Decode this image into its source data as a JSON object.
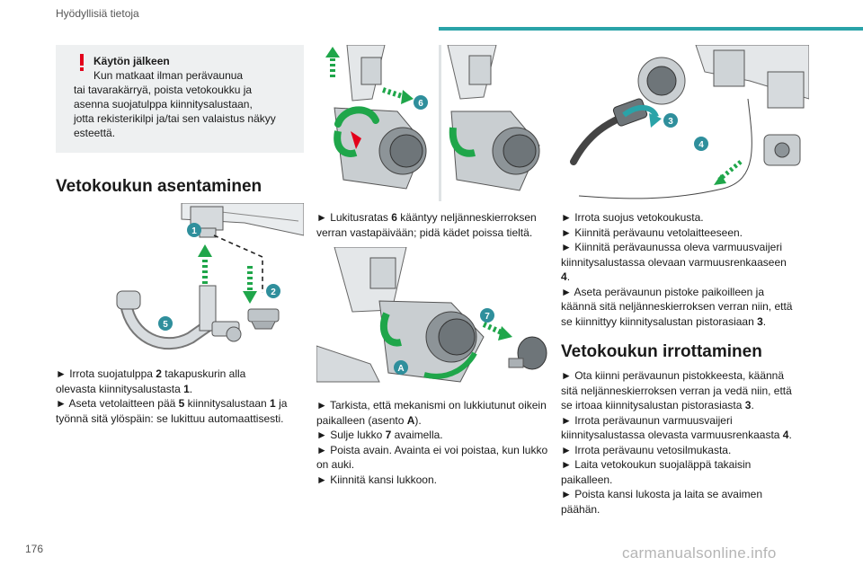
{
  "header": {
    "title": "Hyödyllisiä tietoja"
  },
  "notice": {
    "title": "Käytön jälkeen",
    "line1": "Kun matkaat ilman perävaunua",
    "line2": "tai tavarakärryä, poista vetokoukku ja",
    "line3": "asenna suojatulppa kiinnitysalustaan,",
    "line4": "jotta rekisterikilpi ja/tai sen valaistus näkyy",
    "line5": "esteettä."
  },
  "sections": {
    "install_title": "Vetokoukun asentaminen",
    "remove_title": "Vetokoukun irrottaminen"
  },
  "figure_labels": {
    "fig1": [
      "1",
      "2",
      "5"
    ],
    "fig2": [
      "6"
    ],
    "fig3": [
      "7",
      "A"
    ],
    "fig4": [
      "3",
      "4"
    ]
  },
  "col1_steps": [
    {
      "pre": "► Irrota suojatulppa ",
      "b": "2",
      "post": " takapuskurin alla"
    },
    {
      "pre": "olevasta kiinnitysalustasta ",
      "b": "1",
      "post": "."
    },
    {
      "pre": "► Aseta vetolaitteen pää ",
      "b": "5",
      "post": " kiinnitysalustaan ",
      "b2": "1",
      "post2": " ja"
    },
    {
      "pre": "työnnä sitä ylöspäin: se lukittuu automaattisesti.",
      "b": "",
      "post": ""
    }
  ],
  "col2_steps_a": [
    {
      "pre": "► Lukitusratas ",
      "b": "6",
      "post": " kääntyy neljänneskierroksen"
    },
    {
      "pre": "verran vastapäivään; pidä kädet poissa tieltä.",
      "b": "",
      "post": ""
    }
  ],
  "col2_steps_b": [
    {
      "pre": "► Tarkista, että mekanismi on lukkiutunut oikein",
      "b": "",
      "post": ""
    },
    {
      "pre": "paikalleen (asento ",
      "b": "A",
      "post": ")."
    },
    {
      "pre": "► Sulje lukko ",
      "b": "7",
      "post": " avaimella."
    },
    {
      "pre": "► Poista avain. Avainta ei voi poistaa, kun lukko",
      "b": "",
      "post": ""
    },
    {
      "pre": "on auki.",
      "b": "",
      "post": ""
    },
    {
      "pre": "► Kiinnitä kansi lukkoon.",
      "b": "",
      "post": ""
    }
  ],
  "col3_steps_a": [
    {
      "pre": "► Irrota suojus vetokoukusta.",
      "b": "",
      "post": ""
    },
    {
      "pre": "► Kiinnitä perävaunu vetolaitteeseen.",
      "b": "",
      "post": ""
    },
    {
      "pre": "► Kiinnitä perävaunussa oleva varmuusvaijeri",
      "b": "",
      "post": ""
    },
    {
      "pre": "kiinnitysalustassa olevaan varmuusrenkaaseen",
      "b": "",
      "post": ""
    },
    {
      "pre": "",
      "b": "4",
      "post": "."
    },
    {
      "pre": "► Aseta perävaunun pistoke paikoilleen ja",
      "b": "",
      "post": ""
    },
    {
      "pre": "käännä sitä neljänneskierroksen verran niin, että",
      "b": "",
      "post": ""
    },
    {
      "pre": "se kiinnittyy kiinnitysalustan pistorasiaan ",
      "b": "3",
      "post": "."
    }
  ],
  "col3_steps_b": [
    {
      "pre": "► Ota kiinni perävaunun pistokkeesta, käännä",
      "b": "",
      "post": ""
    },
    {
      "pre": "sitä neljänneskierroksen verran ja vedä niin, että",
      "b": "",
      "post": ""
    },
    {
      "pre": "se irtoaa kiinnitysalustan pistorasiasta ",
      "b": "3",
      "post": "."
    },
    {
      "pre": "► Irrota perävaunun varmuusvaijeri",
      "b": "",
      "post": ""
    },
    {
      "pre": "kiinnitysalustassa olevasta varmuusrenkaasta ",
      "b": "4",
      "post": "."
    },
    {
      "pre": "► Irrota perävaunu vetosilmukasta.",
      "b": "",
      "post": ""
    },
    {
      "pre": "► Laita vetokoukun suojaläppä takaisin",
      "b": "",
      "post": ""
    },
    {
      "pre": "paikalleen.",
      "b": "",
      "post": ""
    },
    {
      "pre": "► Poista kansi lukosta ja laita se avaimen",
      "b": "",
      "post": ""
    },
    {
      "pre": "päähän.",
      "b": "",
      "post": ""
    }
  ],
  "footer": {
    "page_number": "176",
    "watermark": "carmanualsonline.info"
  },
  "colors": {
    "accent": "#2aa3a8",
    "warning": "#e3001b",
    "green": "#1fa64a",
    "badge": "#2f8f9c"
  }
}
